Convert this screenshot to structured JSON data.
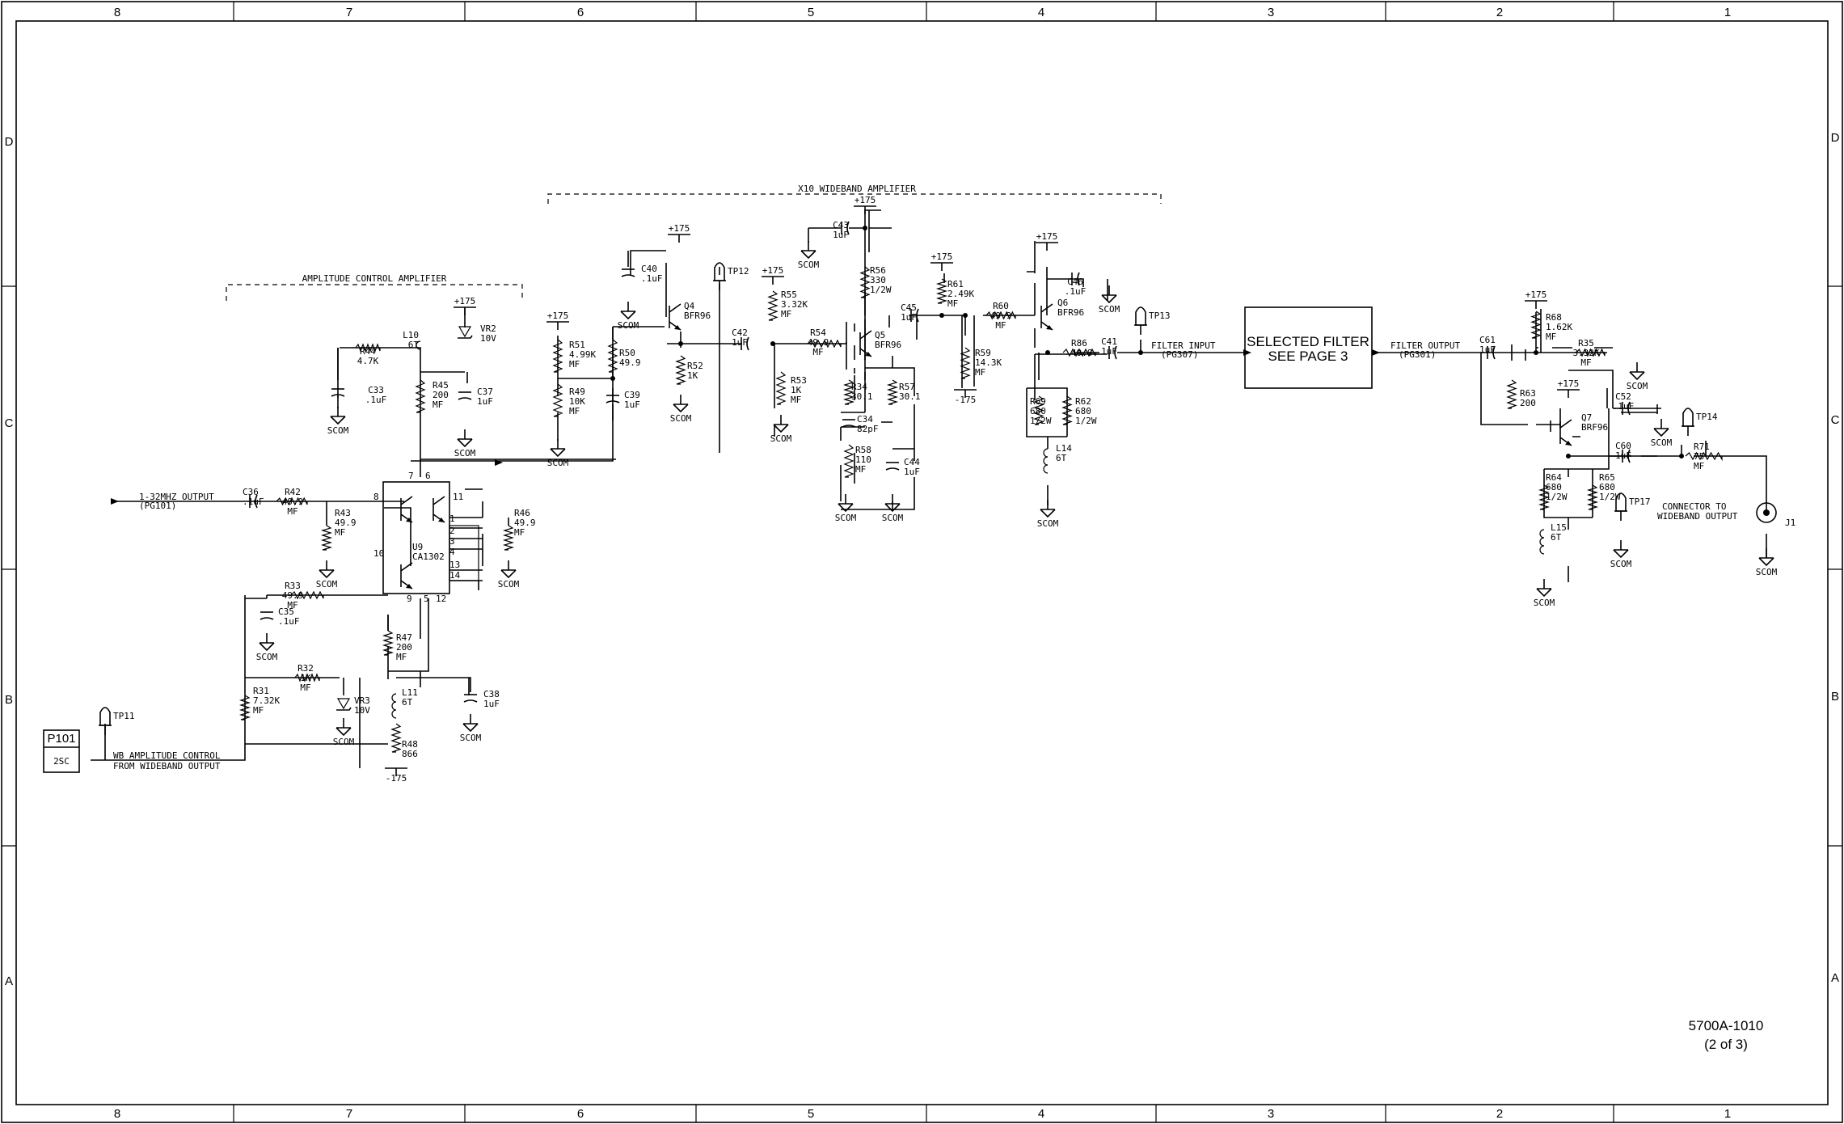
{
  "frame": {
    "columns": [
      "8",
      "7",
      "6",
      "5",
      "4",
      "3",
      "2",
      "1"
    ],
    "rows": [
      "D",
      "C",
      "B",
      "A"
    ]
  },
  "sections": {
    "x10": "X10 WIDEBAND AMPLIFIER",
    "acamp": "AMPLITUDE CONTROL AMPLIFIER"
  },
  "filter_box": {
    "line1": "SELECTED FILTER",
    "line2": "SEE PAGE 3"
  },
  "signals": {
    "out132": "1-32MHZ OUTPUT",
    "pg101": "(PG101)",
    "filter_input": "FILTER INPUT",
    "pg307": "(PG307)",
    "filter_output": "FILTER OUTPUT",
    "pg301": "(PG301)",
    "wb_amp1": "WB AMPLITUDE CONTROL",
    "wb_amp2": "FROM WIDEBAND OUTPUT",
    "conn1": "CONNECTOR TO",
    "conn2": "WIDEBAND OUTPUT"
  },
  "connector": {
    "name": "P101",
    "pin": "2SC"
  },
  "jack": "J1",
  "ground": "SCOM",
  "rail_pos": "+175",
  "rail_neg": "-175",
  "labels": {
    "vr2": [
      "VR2",
      "10V"
    ],
    "l10": [
      "L10",
      "6T"
    ],
    "r44": [
      "R44",
      "4.7K"
    ],
    "c33": [
      "C33",
      ".1uF"
    ],
    "r45": [
      "R45",
      "200",
      "MF"
    ],
    "c37": [
      "C37",
      "1uF"
    ],
    "c36": [
      "C36",
      ".1uF"
    ],
    "r42": [
      "R42",
      "49.9",
      "MF"
    ],
    "r43": [
      "R43",
      "49.9",
      "MF"
    ],
    "r46": [
      "R46",
      "49.9",
      "MF"
    ],
    "u9": [
      "U9",
      "CA1302"
    ],
    "r33": [
      "R33",
      "49.9",
      "MF"
    ],
    "c35": [
      "C35",
      ".1uF"
    ],
    "r47": [
      "R47",
      "200",
      "MF"
    ],
    "r32": [
      "R32",
      "1K",
      "MF"
    ],
    "r31": [
      "R31",
      "7.32K",
      "MF"
    ],
    "vr3": [
      "VR3",
      "10V"
    ],
    "l11": [
      "L11",
      "6T"
    ],
    "r48": [
      "R48",
      "866"
    ],
    "c38": [
      "C38",
      "1uF"
    ],
    "tp11": "TP11",
    "r51": [
      "R51",
      "4.99K",
      "MF"
    ],
    "r49": [
      "R49",
      "10K",
      "MF"
    ],
    "r50": [
      "R50",
      "49.9"
    ],
    "c39": [
      "C39",
      "1uF"
    ],
    "c40": [
      "C40",
      ".1uF"
    ],
    "q4": [
      "Q4",
      "BFR96"
    ],
    "r52": [
      "R52",
      "1K"
    ],
    "tp12": "TP12",
    "c42": [
      "C42",
      "1uF"
    ],
    "r55": [
      "R55",
      "3.32K",
      "MF"
    ],
    "r53": [
      "R53",
      "1K",
      "MF"
    ],
    "r54": [
      "R54",
      "49.9",
      "MF"
    ],
    "c43": [
      "C43",
      "1uF"
    ],
    "r56": [
      "R56",
      "330",
      "1/2W"
    ],
    "q5": [
      "Q5",
      "BFR96"
    ],
    "r34": [
      "R34",
      "30.1"
    ],
    "r57": [
      "R57",
      "30.1"
    ],
    "c34": [
      "C34",
      "82pF"
    ],
    "r58": [
      "R58",
      "110",
      "MF"
    ],
    "c44": [
      "C44",
      "1uF"
    ],
    "c45": [
      "C45",
      "1uF"
    ],
    "r61": [
      "R61",
      "2.49K",
      "MF"
    ],
    "r59": [
      "R59",
      "14.3K",
      "MF"
    ],
    "r60": [
      "R60",
      "49.9",
      "MF"
    ],
    "q6": [
      "Q6",
      "BFR96"
    ],
    "c46": [
      "C46",
      ".1uF"
    ],
    "r86": [
      "R86",
      "49.9"
    ],
    "r69": [
      "R69",
      "680",
      "1/2W"
    ],
    "r62": [
      "R62",
      "680",
      "1/2W"
    ],
    "l14": [
      "L14",
      "6T"
    ],
    "c41": [
      "C41",
      "1uF"
    ],
    "tp13": "TP13",
    "c61": [
      "C61",
      "1uF"
    ],
    "r68": [
      "R68",
      "1.62K",
      "MF"
    ],
    "r35": [
      "R35",
      "3.32K",
      "MF"
    ],
    "r63": [
      "R63",
      "200"
    ],
    "c52": [
      "C52",
      ".1uF"
    ],
    "q7": [
      "Q7",
      "BRF96"
    ],
    "tp14": "TP14",
    "c60": [
      "C60",
      "1uF"
    ],
    "r71": [
      "R71",
      "75",
      "MF"
    ],
    "r64": [
      "R64",
      "680",
      "1/2W"
    ],
    "r65": [
      "R65",
      "680",
      "1/2W"
    ],
    "l15": [
      "L15",
      "6T"
    ],
    "tp17": "TP17"
  },
  "u9_pins": [
    "8",
    "7",
    "6",
    "11",
    "1",
    "2",
    "3",
    "4",
    "13",
    "14",
    "10",
    "9",
    "5",
    "12"
  ],
  "drawing_number": "5700A-1010",
  "sheet": "(2 of 3)"
}
